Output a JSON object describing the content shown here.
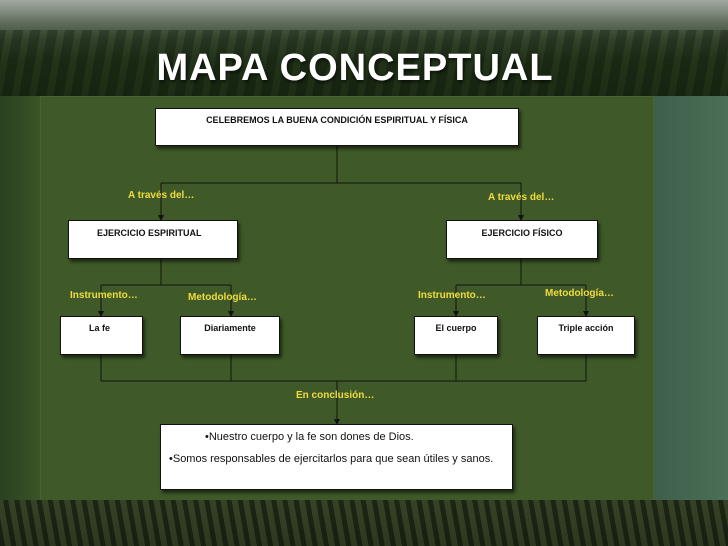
{
  "title": "MAPA CONCEPTUAL",
  "root": "CELEBREMOS LA BUENA CONDICIÓN ESPIRITUAL Y FÍSICA",
  "left_branch": {
    "connector": "A través del…",
    "node": "EJERCICIO ESPIRITUAL",
    "instrument_label": "Instrumento…",
    "instrument": "La fe",
    "method_label": "Metodología…",
    "method": "Diariamente"
  },
  "right_branch": {
    "connector": "A través del…",
    "node": "EJERCICIO FÍSICO",
    "instrument_label": "Instrumento…",
    "instrument": "El cuerpo",
    "method_label": "Metodología…",
    "method": "Triple acción"
  },
  "conclusion_label": "En conclusión…",
  "conclusion": {
    "point1": "•Nuestro cuerpo y la fe son dones de Dios.",
    "point2": "•Somos responsables de ejercitarlos para que sean útiles y sanos."
  },
  "colors": {
    "label_yellow": "#f0dc3c",
    "panel_green": "#3f5a28"
  }
}
